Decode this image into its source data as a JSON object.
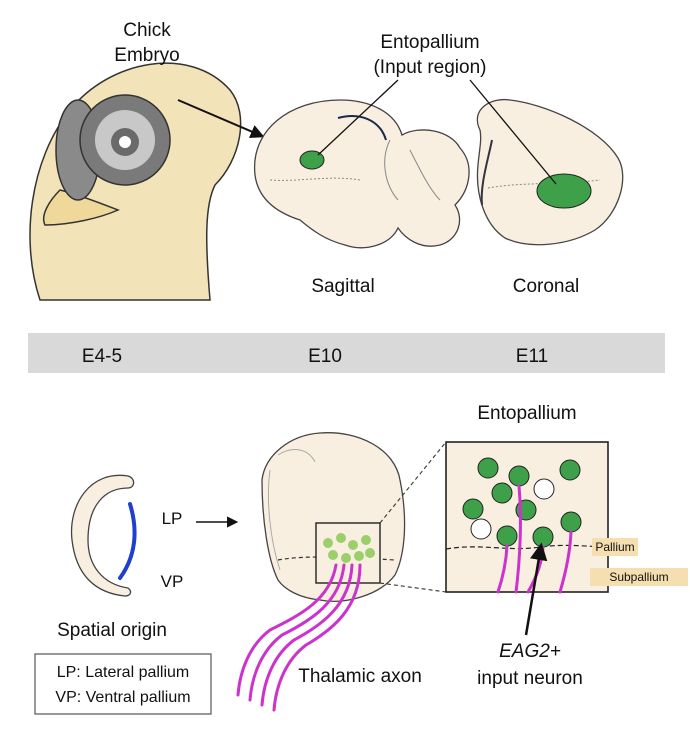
{
  "colors": {
    "tissue": "#f8efe0",
    "head_skin": "#f3e3b8",
    "entopallium_green": "#3fa04a",
    "light_green": "#9bcf6a",
    "axon_magenta": "#cc33cc",
    "lp_vp_blue": "#1f3fcc",
    "band_gray": "#d9d9d9",
    "tag_beige": "#f5dfb0"
  },
  "top_panel": {
    "chick_label_line1": "Chick",
    "chick_label_line2": "Embryo",
    "entopallium_line1": "Entopallium",
    "entopallium_line2": "(Input region)",
    "sagittal_label": "Sagittal",
    "coronal_label": "Coronal"
  },
  "timeline": {
    "stages": [
      "E4-5",
      "E10",
      "E11"
    ]
  },
  "bottom_panel": {
    "lp_label": "LP",
    "vp_label": "VP",
    "spatial_origin_label": "Spatial origin",
    "legend_line1": "LP: Lateral pallium",
    "legend_line2": "VP: Ventral pallium",
    "thalamic_axon_label": "Thalamic axon",
    "entopallium_title": "Entopallium",
    "pallium_tag": "Pallium",
    "subpallium_tag": "Subpallium",
    "eag2_line1": "EAG2+",
    "eag2_line2": "input neuron"
  }
}
